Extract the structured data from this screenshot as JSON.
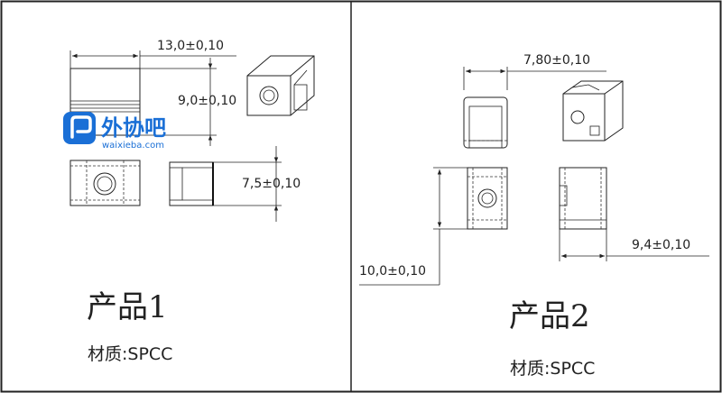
{
  "product1": {
    "dims": {
      "width": "13,0±0,10",
      "height": "9,0±0,10",
      "depth": "7,5±0,10"
    },
    "name": "产品1",
    "material": "材质:SPCC"
  },
  "product2": {
    "dims": {
      "width": "7,80±0,10",
      "height": "10,0±0,10",
      "depth": "9,4±0,10"
    },
    "name": "产品2",
    "material": "材质:SPCC"
  },
  "watermark": {
    "title": "外协吧",
    "url": "waixieba.com",
    "color": "#1a6fd6"
  }
}
